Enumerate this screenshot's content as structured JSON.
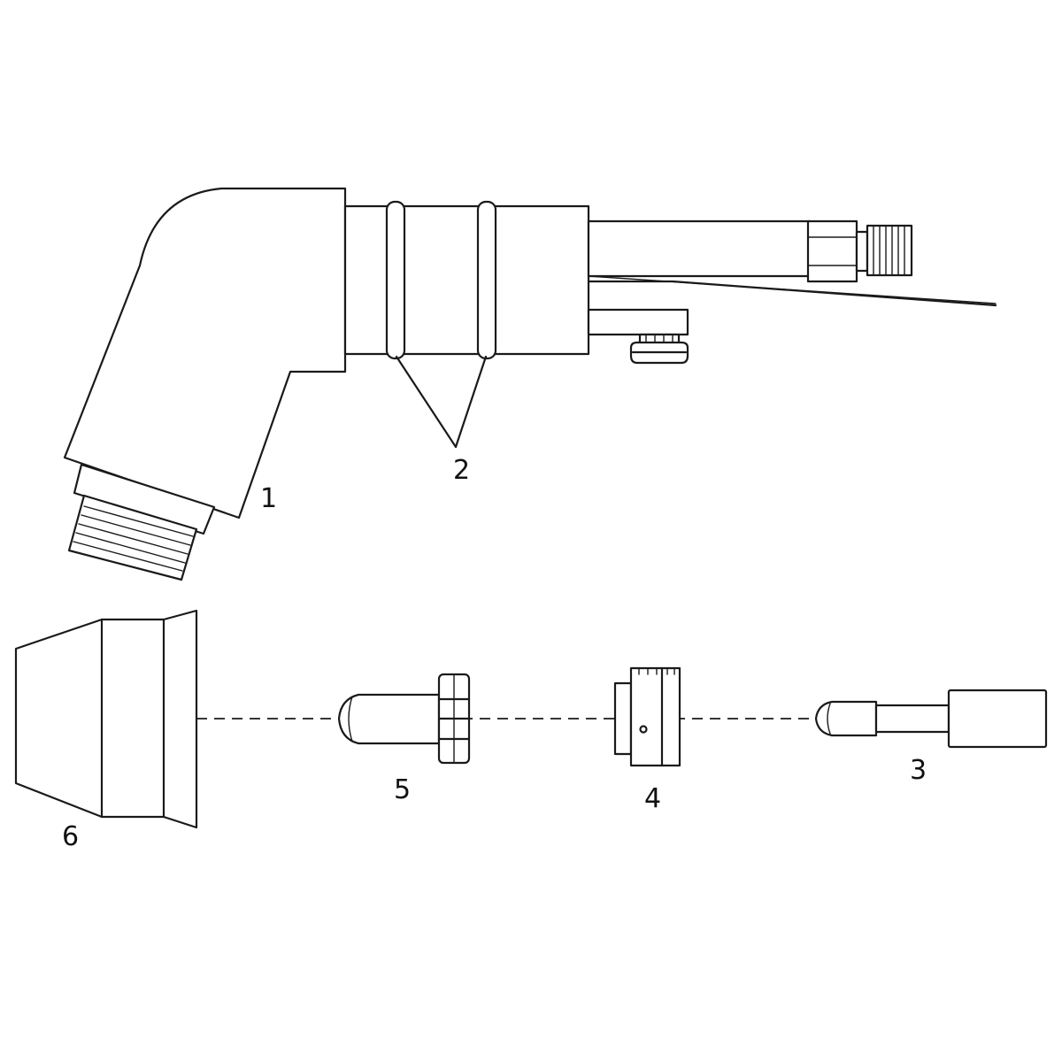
{
  "callouts": {
    "part_1": "1",
    "part_2": "2",
    "part_3": "3",
    "part_4": "4",
    "part_5": "5",
    "part_6": "6"
  },
  "colors": {
    "line": "#1a1a1a",
    "background": "#ffffff"
  }
}
